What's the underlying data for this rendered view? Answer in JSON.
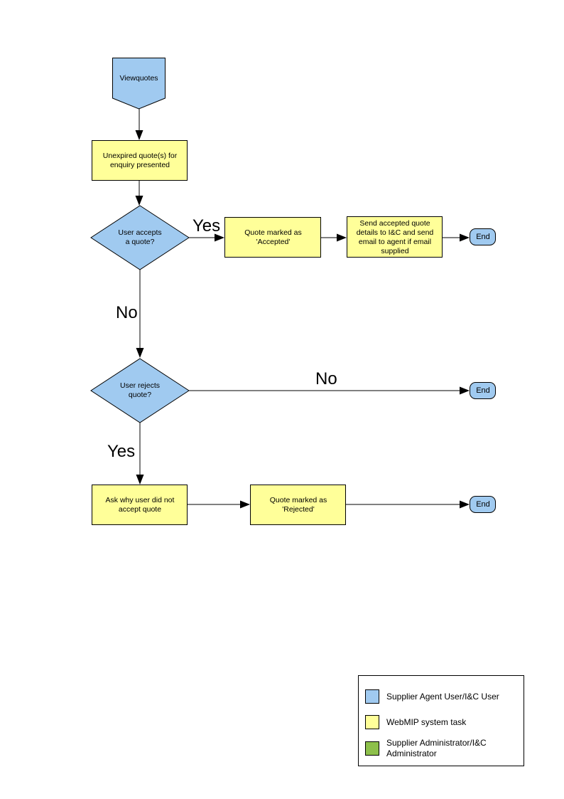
{
  "colors": {
    "page": "#ffffff",
    "line": "#000000",
    "actor": "#a0caf0",
    "system": "#ffff99",
    "admin": "#8dc04b"
  },
  "nodes": {
    "start": {
      "label": "Viewquotes"
    },
    "present_quotes": {
      "label": "Unexpired quote(s) for\nenquiry presented"
    },
    "accept_decision": {
      "label": "User accepts\na quote?"
    },
    "mark_accepted": {
      "label": "Quote  marked as\n'Accepted'"
    },
    "send_details": {
      "label": "Send accepted quote\ndetails to I&C and send\nemail to agent if email\nsupplied"
    },
    "end_accepted": {
      "label": "End"
    },
    "reject_decision": {
      "label": "User rejects\nquote?"
    },
    "end_no_action": {
      "label": "End"
    },
    "ask_why": {
      "label": "Ask why user did not\naccept quote"
    },
    "mark_rejected": {
      "label": "Quote  marked as\n'Rejected'"
    },
    "end_rejected": {
      "label": "End"
    }
  },
  "edge_labels": {
    "accept_yes": "Yes",
    "accept_no": "No",
    "reject_no": "No",
    "reject_yes": "Yes"
  },
  "legend": {
    "items": [
      {
        "label": "Supplier Agent User/I&C User"
      },
      {
        "label": "WebMIP system task"
      },
      {
        "label": "Supplier Administrator/I&C Administrator"
      }
    ]
  }
}
